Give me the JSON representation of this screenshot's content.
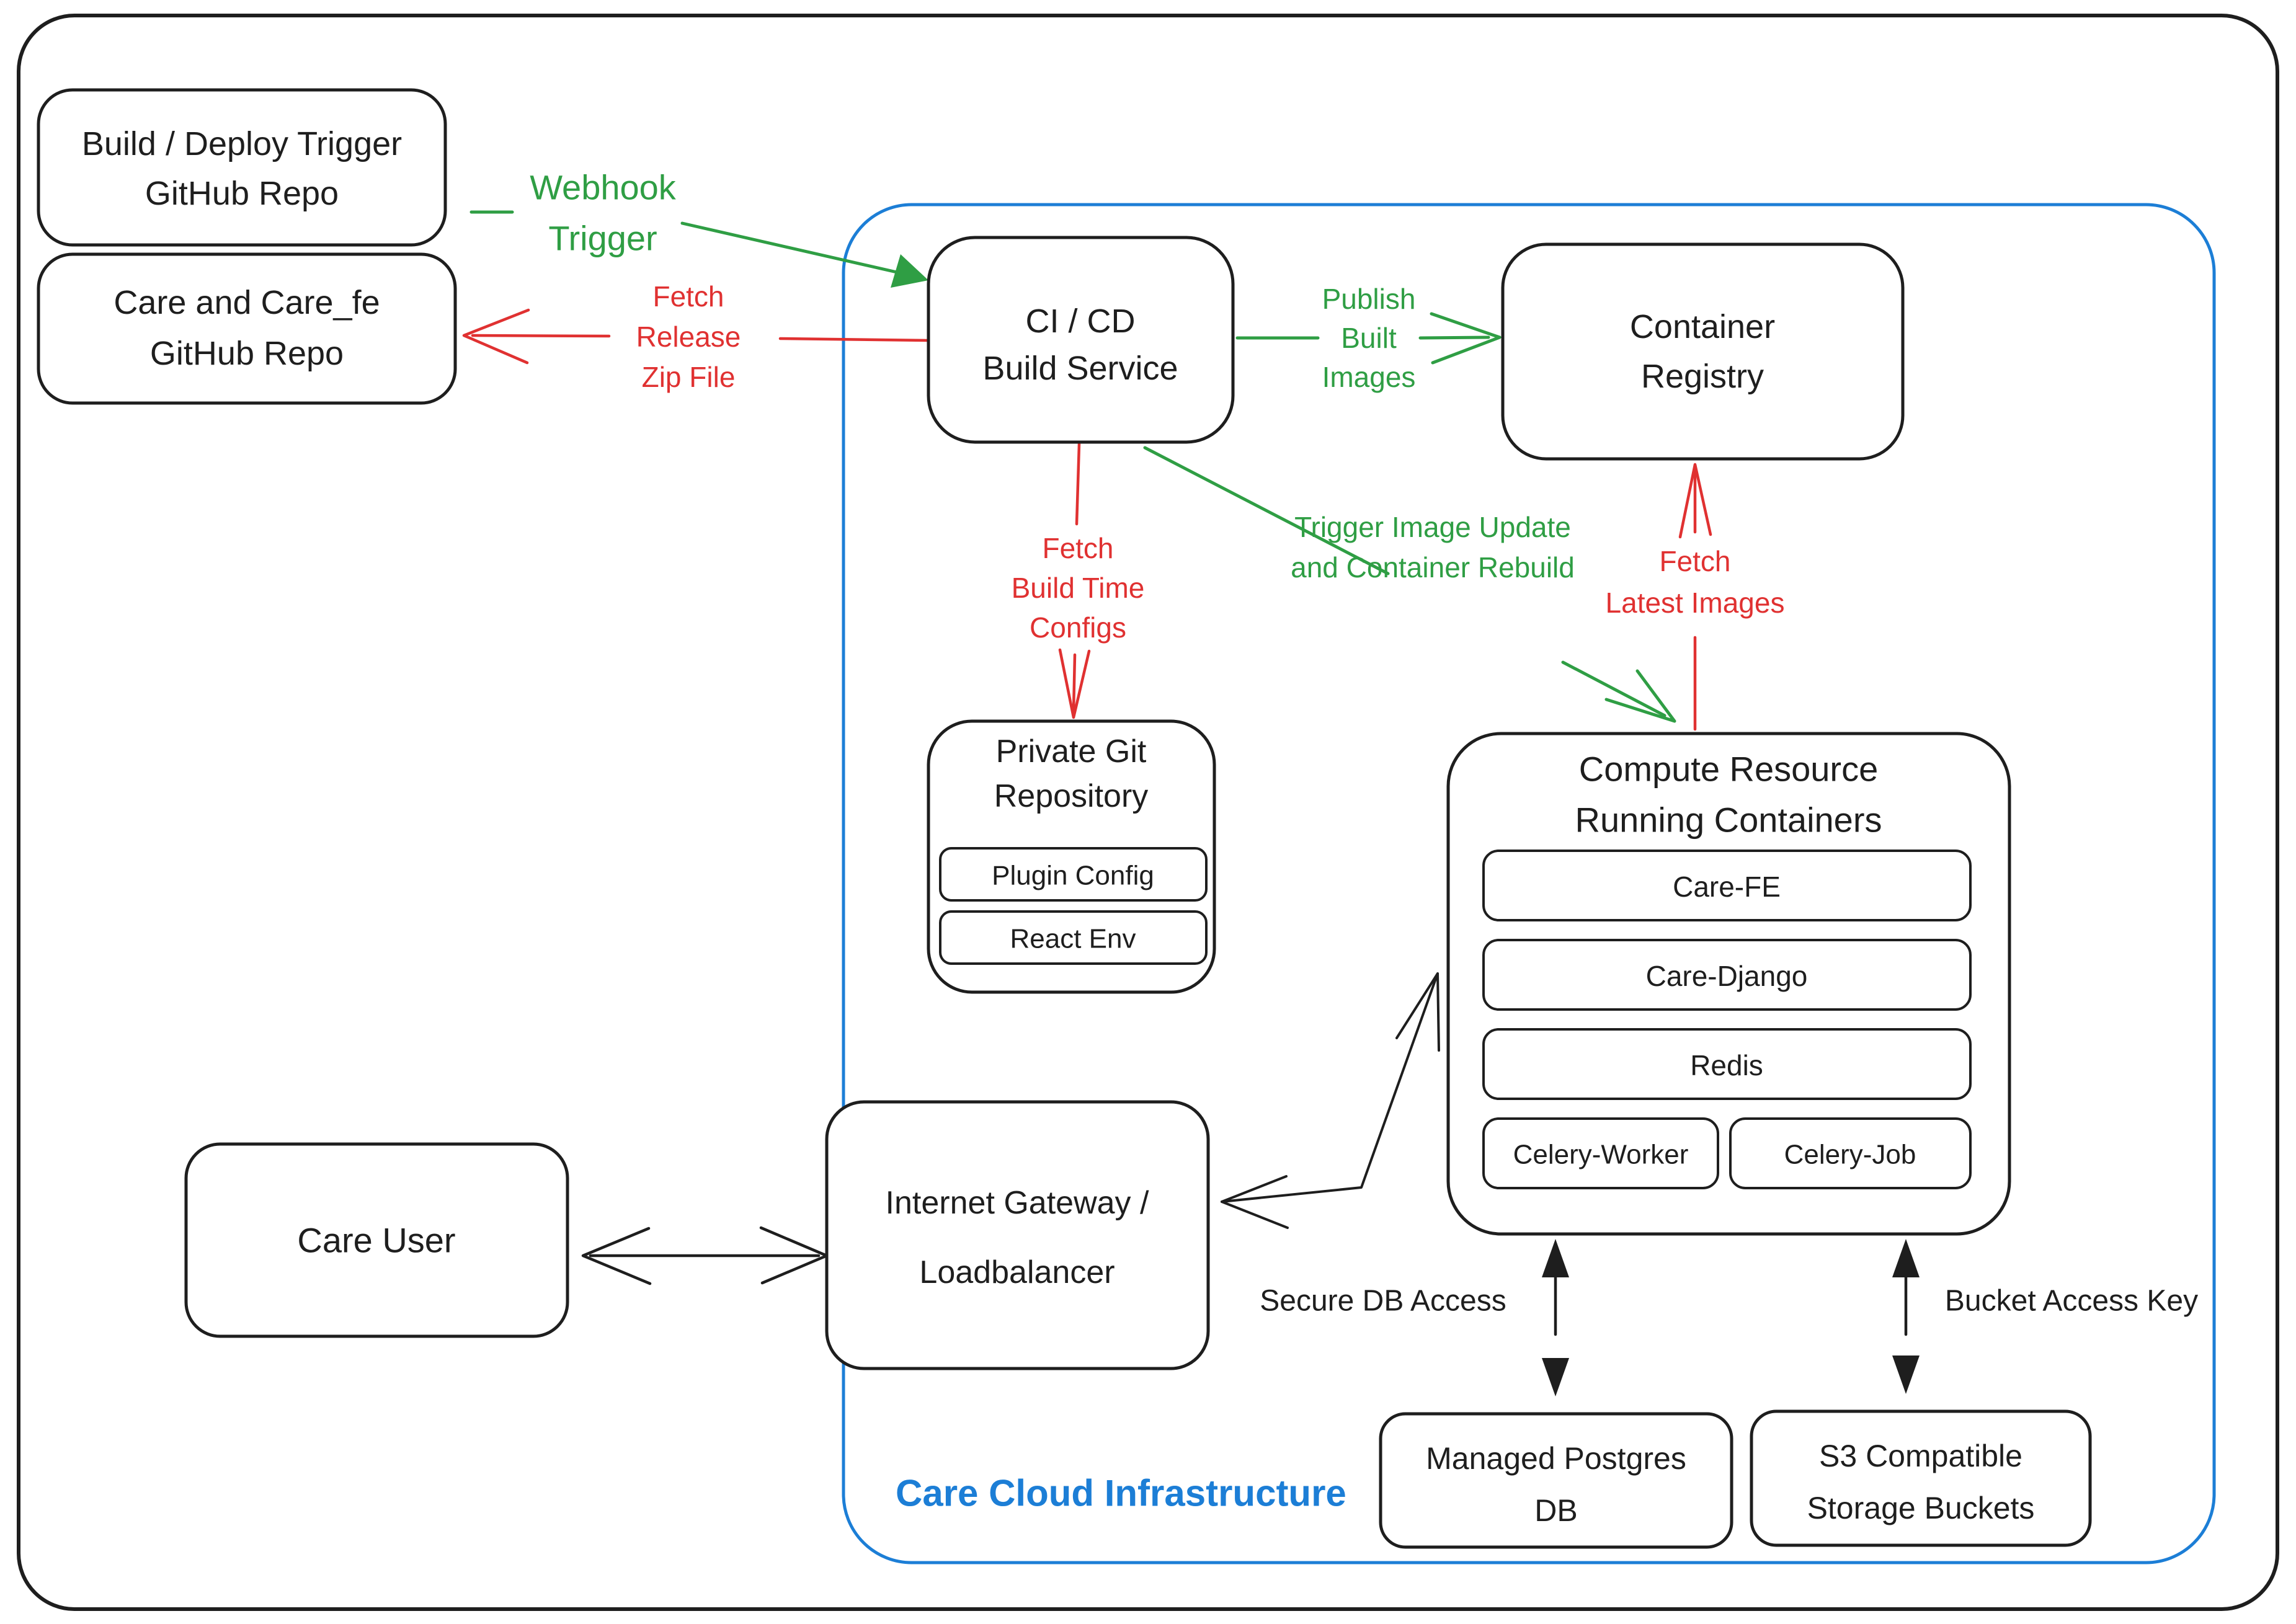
{
  "colors": {
    "ink": "#1e1e1e",
    "green": "#2f9e44",
    "red": "#e03131",
    "blue": "#1c7ed6",
    "bg": "#ffffff"
  },
  "container_label": "Care Cloud Infrastructure",
  "nodes": {
    "build_trigger": {
      "lines": [
        "Build / Deploy Trigger",
        "GitHub Repo"
      ]
    },
    "care_repo": {
      "lines": [
        "Care and Care_fe",
        "GitHub Repo"
      ]
    },
    "cicd": {
      "lines": [
        "CI / CD",
        "Build Service"
      ]
    },
    "registry": {
      "lines": [
        "Container",
        "Registry"
      ]
    },
    "private_git": {
      "lines": [
        "Private Git",
        "Repository"
      ],
      "children": [
        "Plugin Config",
        "React Env"
      ]
    },
    "compute": {
      "lines": [
        "Compute Resource",
        "Running Containers"
      ],
      "containers": [
        "Care-FE",
        "Care-Django",
        "Redis",
        "Celery-Worker",
        "Celery-Job"
      ]
    },
    "care_user": {
      "label": "Care User"
    },
    "gateway": {
      "lines": [
        "Internet Gateway /",
        "Loadbalancer"
      ]
    },
    "postgres": {
      "lines": [
        "Managed Postgres",
        "DB"
      ]
    },
    "s3": {
      "lines": [
        "S3 Compatible",
        "Storage Buckets"
      ]
    }
  },
  "edges": {
    "webhook": {
      "lines": [
        "Webhook",
        "Trigger"
      ]
    },
    "fetch_release": {
      "lines": [
        "Fetch",
        "Release",
        "Zip File"
      ]
    },
    "publish": {
      "lines": [
        "Publish",
        "Built",
        "Images"
      ]
    },
    "fetch_build": {
      "lines": [
        "Fetch",
        "Build Time",
        "Configs"
      ]
    },
    "trigger_update": {
      "lines": [
        "Trigger Image Update",
        "and Container Rebuild"
      ]
    },
    "fetch_latest": {
      "lines": [
        "Fetch",
        "Latest Images"
      ]
    },
    "secure_db": {
      "label": "Secure DB Access"
    },
    "bucket_key": {
      "label": "Bucket Access Key"
    }
  }
}
